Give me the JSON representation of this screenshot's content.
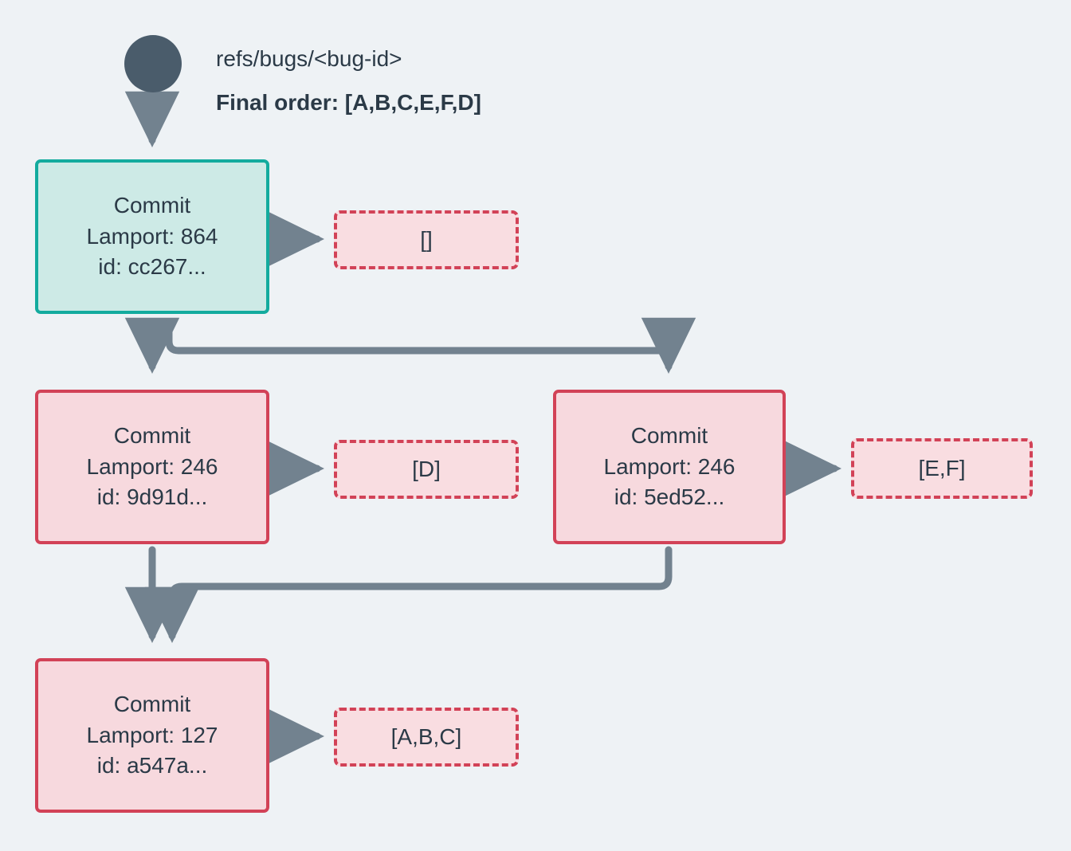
{
  "diagram": {
    "type": "flowchart",
    "direction": "top-down",
    "background_color": "#eef2f5",
    "header": {
      "ref_label": "refs/bugs/<bug-id>",
      "final_order_label": "Final order: [A,B,C,E,F,D]"
    },
    "root": {
      "name": "root-dot",
      "color": "#4a5c6b"
    },
    "nodes": [
      {
        "id": "commit-cc267",
        "kind": "commit",
        "style": "start",
        "fill": "#cdeae6",
        "border": "#13ab9e",
        "lines": [
          "Commit",
          "Lamport: 864",
          "id: cc267..."
        ],
        "title": "Commit",
        "lamport": "Lamport: 864",
        "commit_id": "id: cc267..."
      },
      {
        "id": "commit-9d91d",
        "kind": "commit",
        "style": "normal",
        "fill": "#f7d9de",
        "border": "#d24257",
        "lines": [
          "Commit",
          "Lamport: 246",
          "id: 9d91d..."
        ],
        "title": "Commit",
        "lamport": "Lamport: 246",
        "commit_id": "id: 9d91d..."
      },
      {
        "id": "commit-5ed52",
        "kind": "commit",
        "style": "normal",
        "fill": "#f7d9de",
        "border": "#d24257",
        "lines": [
          "Commit",
          "Lamport: 246",
          "id: 5ed52..."
        ],
        "title": "Commit",
        "lamport": "Lamport: 246",
        "commit_id": "id: 5ed52..."
      },
      {
        "id": "commit-a547a",
        "kind": "commit",
        "style": "normal",
        "fill": "#f7d9de",
        "border": "#d24257",
        "lines": [
          "Commit",
          "Lamport: 127",
          "id: a547a..."
        ],
        "title": "Commit",
        "lamport": "Lamport: 127",
        "commit_id": "id: a547a..."
      },
      {
        "id": "ops-empty",
        "kind": "operations",
        "label": "[]"
      },
      {
        "id": "ops-d",
        "kind": "operations",
        "label": "[D]"
      },
      {
        "id": "ops-ef",
        "kind": "operations",
        "label": "[E,F]"
      },
      {
        "id": "ops-abc",
        "kind": "operations",
        "label": "[A,B,C]"
      }
    ],
    "edges": [
      {
        "from": "root-dot",
        "to": "commit-cc267"
      },
      {
        "from": "commit-cc267",
        "to": "ops-empty"
      },
      {
        "from": "commit-cc267",
        "to": "commit-9d91d"
      },
      {
        "from": "commit-cc267",
        "to": "commit-5ed52"
      },
      {
        "from": "commit-9d91d",
        "to": "ops-d"
      },
      {
        "from": "commit-5ed52",
        "to": "ops-ef"
      },
      {
        "from": "commit-9d91d",
        "to": "commit-a547a"
      },
      {
        "from": "commit-5ed52",
        "to": "commit-a547a"
      },
      {
        "from": "commit-a547a",
        "to": "ops-abc"
      }
    ],
    "edge_color": "#72828f"
  }
}
